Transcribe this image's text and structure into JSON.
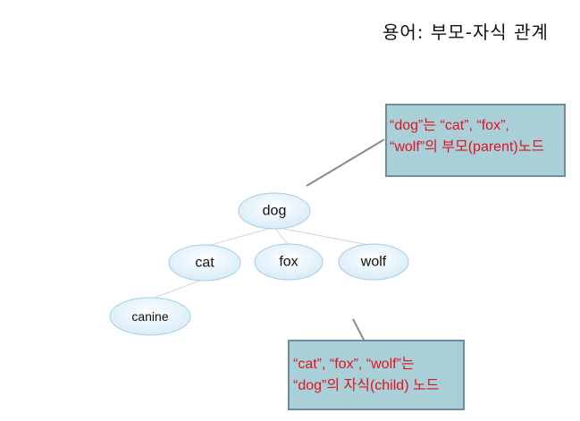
{
  "title": "용어: 부모-자식 관계",
  "tree": {
    "nodes": [
      {
        "id": "dog",
        "label": "dog"
      },
      {
        "id": "cat",
        "label": "cat"
      },
      {
        "id": "fox",
        "label": "fox"
      },
      {
        "id": "wolf",
        "label": "wolf"
      },
      {
        "id": "canine",
        "label": "canine"
      }
    ],
    "edges": [
      [
        "dog",
        "cat"
      ],
      [
        "dog",
        "fox"
      ],
      [
        "dog",
        "wolf"
      ],
      [
        "cat",
        "canine"
      ]
    ]
  },
  "callouts": {
    "parent": {
      "lines": [
        "“dog”는 “cat”, “fox”,",
        "“wolf”의 부모(parent)노드"
      ]
    },
    "child": {
      "lines": [
        "“cat”, “fox”, “wolf”는",
        "“dog”의 자식(child) 노드"
      ]
    }
  },
  "colors": {
    "callout_fill": "#a9cfd9",
    "callout_text": "#e0141e",
    "node_fill": "#dff0fa"
  }
}
